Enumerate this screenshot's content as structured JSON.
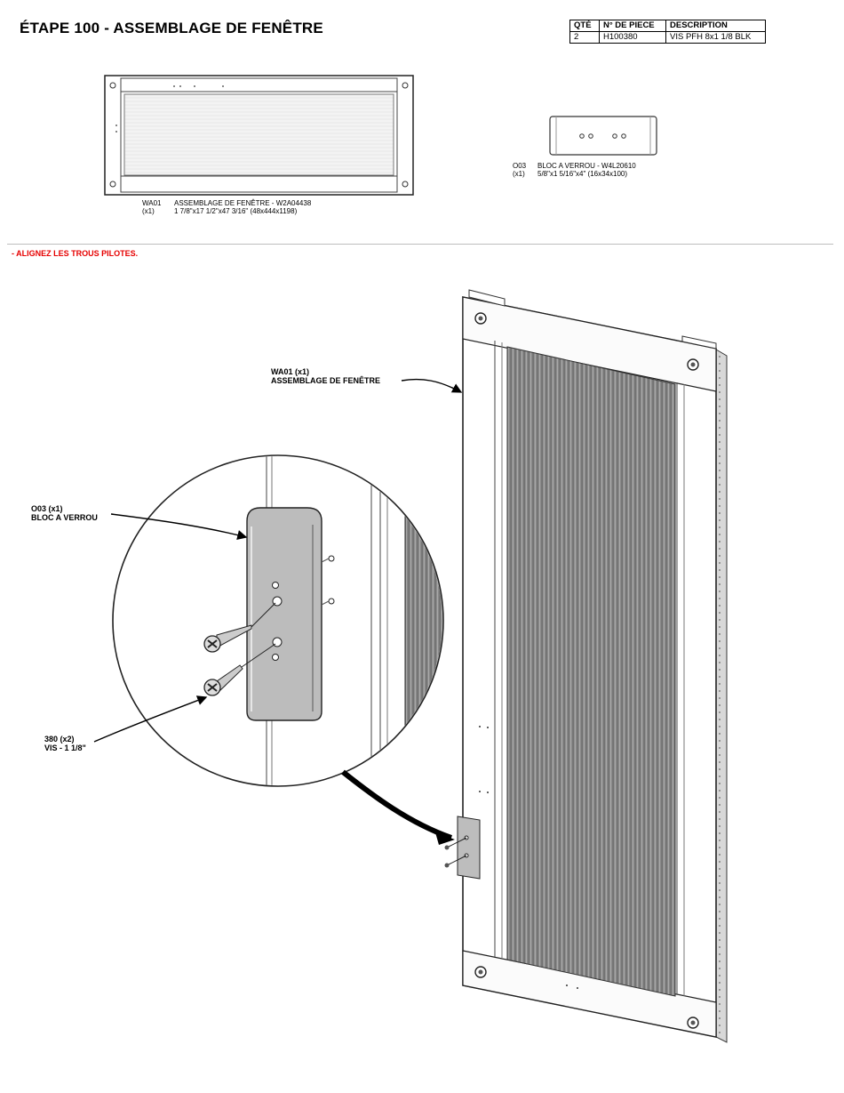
{
  "page": {
    "title": "ÉTAPE 100 - ASSEMBLAGE DE FENÊTRE",
    "note": "- ALIGNEZ LES TROUS PILOTES.",
    "note_color": "#e60000"
  },
  "parts_table": {
    "headers": [
      "QTÉ",
      "N° DE PIECE",
      "DESCRIPTION"
    ],
    "rows": [
      [
        "2",
        "H100380",
        "VIS PFH 8x1 1/8 BLK"
      ]
    ]
  },
  "components": [
    {
      "code": "WA01",
      "qty": "(x1)",
      "name": "ASSEMBLAGE DE FENÊTRE - W2A04438",
      "size": "1 7/8\"x17 1/2\"x47 3/16\" (48x444x1198)"
    },
    {
      "code": "O03",
      "qty": "(x1)",
      "name": "BLOC A VERROU - W4L20610",
      "size": "5/8\"x1 5/16\"x4\" (16x34x100)"
    }
  ],
  "callouts": {
    "window": {
      "line1": "WA01 (x1)",
      "line2": "ASSEMBLAGE DE FENÊTRE"
    },
    "block": {
      "line1": "O03 (x1)",
      "line2": "BLOC A VERROU"
    },
    "screw": {
      "line1": "380 (x2)",
      "line2": "VIS - 1 1/8\""
    }
  },
  "icons": [
    "screw-icon",
    "arrow-icon"
  ]
}
